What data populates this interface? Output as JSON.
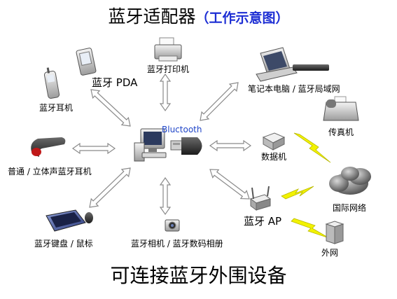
{
  "title": {
    "main": "蓝牙适配器",
    "sub": "（工作示意图）"
  },
  "center": {
    "brand": "Bluctooth"
  },
  "nodes": {
    "pda": "蓝牙 PDA",
    "headset": "蓝牙耳机",
    "printer": "蓝牙打印机",
    "laptop": "笔记本电脑 / 蓝牙局域网",
    "fax": "传真机",
    "modem": "数据机",
    "stereo_headset": "普通 / 立体声蓝牙耳机",
    "internet": "国际网络",
    "ap": "蓝牙 AP",
    "external_net": "外网",
    "keyboard": "蓝牙键盘 / 鼠标",
    "camera": "蓝牙相机 / 蓝牙数码相册"
  },
  "footer": "可连接蓝牙外围设备",
  "colors": {
    "title_sub": "#1d2ed4",
    "bolt": "#f2f200",
    "arrow_fill": "#ffffff",
    "arrow_stroke": "#8a8a8a"
  },
  "icons": [
    "desktop-computer-icon",
    "bluetooth-dongle-icon",
    "pda-icon",
    "mobile-phone-icon",
    "printer-icon",
    "laptop-icon",
    "fax-icon",
    "modem-icon",
    "earpiece-icon",
    "cloud-icon",
    "access-point-icon",
    "server-icon",
    "keyboard-icon",
    "mouse-icon",
    "camera-icon"
  ]
}
